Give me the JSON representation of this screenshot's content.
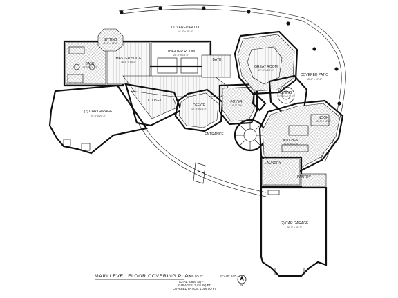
{
  "plan": {
    "title": "MAIN LEVEL FLOOR COVERING PLAN",
    "title_area": "3,615 SQ FT",
    "scale": "SCALE: 1/8\" = 1'",
    "totals": {
      "total": "TOTAL: 4,830 SQ FT",
      "garages": "GARAGES: 1,411 SQ FT",
      "covered_patios": "COVERED PATIOS: 1,058 SQ FT"
    },
    "north_symbol": "N"
  },
  "rooms": {
    "covered_patio_top": {
      "label": "COVERED PATIO",
      "dim": "14'-0\" x 40'-0\""
    },
    "sitting": {
      "label": "SITTING",
      "dim": "11'-0\" x 11'-0\""
    },
    "master_suite": {
      "label": "MASTER SUITE",
      "dim": "16'-0\" x 15'-0\""
    },
    "bath_master": {
      "label": "BATH",
      "dim": "13'-0\" x 11'-0\""
    },
    "theater_room": {
      "label": "THEATER ROOM",
      "dim": "20'-0\" x 15'-0\""
    },
    "bath_small": {
      "label": "BATH",
      "dim": ""
    },
    "great_room": {
      "label": "GREAT ROOM",
      "dim": "27'-0\" x 23'-0\""
    },
    "covered_patio_right": {
      "label": "COVERED PATIO",
      "dim": "15'-0\" x 17'-0\""
    },
    "garage_left": {
      "label": "(2) CAR GARAGE",
      "dim": "24'-0\" x 24'-0\""
    },
    "closet": {
      "label": "CLOSET",
      "dim": ""
    },
    "office": {
      "label": "OFFICE",
      "dim": "12'-0\" x 13'-0\""
    },
    "foyer": {
      "label": "FOYER",
      "dim": "14'-0\" DIA"
    },
    "entrance": {
      "label": "ENTRANCE",
      "dim": ""
    },
    "dining": {
      "label": "DINING",
      "dim": "12'-0\" x 13'-0\""
    },
    "nook": {
      "label": "NOOK",
      "dim": "10'-0\" x 12'-0\""
    },
    "kitchen": {
      "label": "KITCHEN",
      "dim": "14'-0\" x 18'-0\""
    },
    "laundry": {
      "label": "LAUNDRY",
      "dim": ""
    },
    "pantry": {
      "label": "PANTRY",
      "dim": ""
    },
    "garage_right": {
      "label": "(2) CAR GARAGE",
      "dim": "26'-0\" x 26'-0\""
    }
  }
}
